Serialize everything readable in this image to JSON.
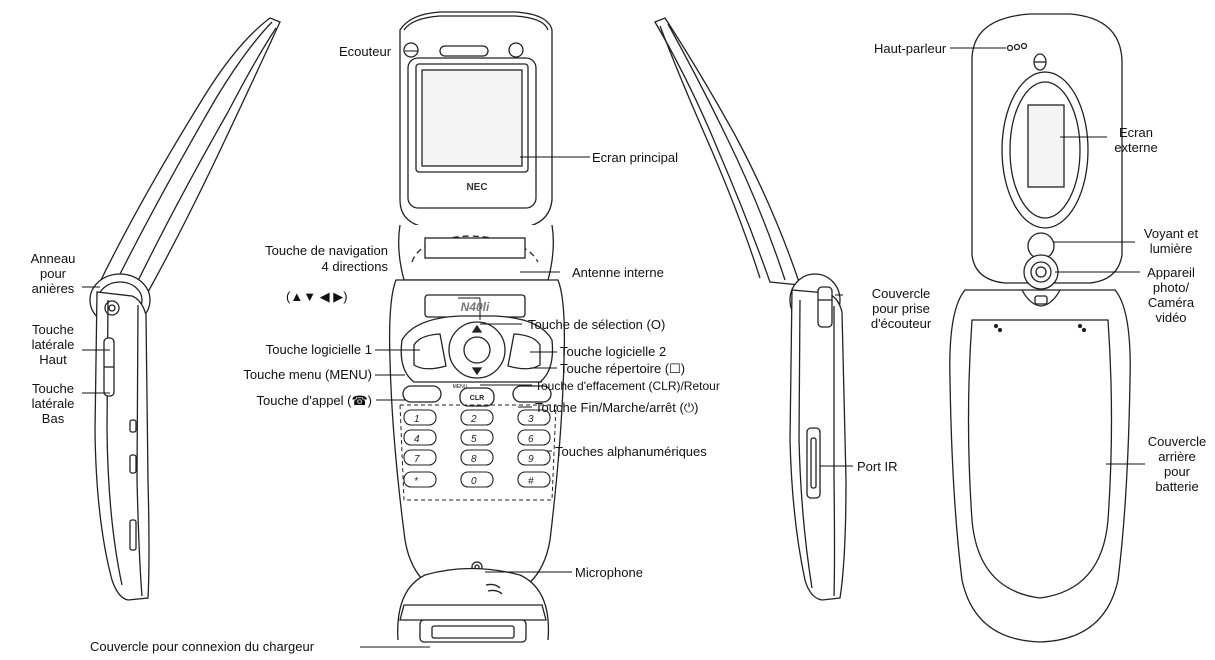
{
  "phone": {
    "brand": "NEC",
    "model": "N40li",
    "keys": [
      "1",
      "2",
      "3",
      "4",
      "5",
      "6",
      "7",
      "8",
      "9",
      "*",
      "0",
      "#"
    ],
    "clr": "CLR",
    "menu": "MENU"
  },
  "labels": {
    "ecouteur": "Ecouteur",
    "ecran_principal": "Ecran principal",
    "nav_line1": "Touche de navigation",
    "nav_line2": "4 directions",
    "nav_line3": "(▲▼ ◀ ▶)",
    "antenne": "Antenne interne",
    "selection": "Touche de sélection (O)",
    "logicielle1": "Touche logicielle 1",
    "logicielle2": "Touche logicielle 2",
    "menu_key": "Touche menu (MENU)",
    "repertoire": "Touche répertoire (☐)",
    "effacement": "Touche d'effacement (CLR)/Retour",
    "appel": "Touche d'appel (☎)",
    "fin": "Touche Fin/Marche/arrêt (⏻)",
    "alpha": "Touches alphanumériques",
    "microphone": "Microphone",
    "chargeur": "Couvercle pour connexion du chargeur",
    "anneau": [
      "Anneau",
      "pour",
      "anières"
    ],
    "lat_haut": [
      "Touche",
      "latérale",
      "Haut"
    ],
    "lat_bas": [
      "Touche",
      "latérale",
      "Bas"
    ],
    "couv_ecouteur": [
      "Couvercle",
      "pour prise",
      "d'écouteur"
    ],
    "port_ir": "Port IR",
    "haut_parleur": "Haut-parleur",
    "ecran_externe": [
      "Ecran",
      "externe"
    ],
    "voyant": [
      "Voyant et",
      "lumière"
    ],
    "appareil": [
      "Appareil",
      "photo/",
      "Caméra",
      "vidéo"
    ],
    "couv_arriere": [
      "Couvercle",
      "arrière",
      "pour",
      "batterie"
    ]
  }
}
